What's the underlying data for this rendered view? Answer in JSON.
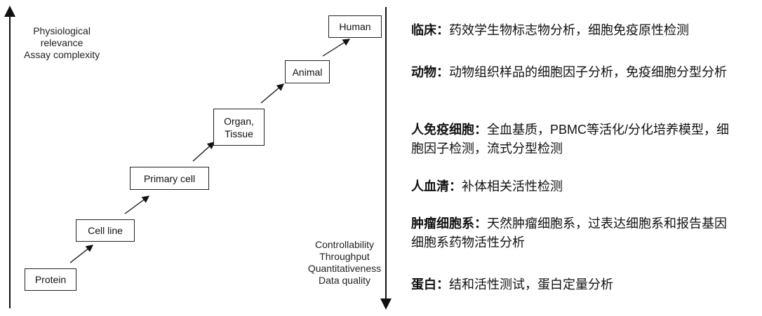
{
  "left_axis": {
    "lines": [
      "Physiological",
      "relevance",
      "Assay complexity"
    ]
  },
  "right_axis": {
    "lines": [
      "Controllability",
      "Throughput",
      "Quantitativeness",
      "Data quality"
    ]
  },
  "boxes": {
    "protein": "Protein",
    "cell_line": "Cell line",
    "primary_cell": "Primary cell",
    "organ_l1": "Organ,",
    "organ_l2": "Tissue",
    "animal": "Animal",
    "human": "Human"
  },
  "items": [
    {
      "title": "临床：",
      "text": "药效学生物标志物分析，细胞免疫原性检测"
    },
    {
      "title": "动物：",
      "text": "动物组织样品的细胞因子分析，免疫细胞分型分析"
    },
    {
      "title": "人免疫细胞：",
      "text": "全血基质，PBMC等活化/分化培养模型，细胞因子检测，流式分型检测"
    },
    {
      "title": "人血清：",
      "text": "补体相关活性检测"
    },
    {
      "title": "肿瘤细胞系：",
      "text": "天然肿瘤细胞系，过表达细胞系和报告基因细胞系药物活性分析"
    },
    {
      "title": "蛋白：",
      "text": "结和活性测试，蛋白定量分析"
    }
  ]
}
